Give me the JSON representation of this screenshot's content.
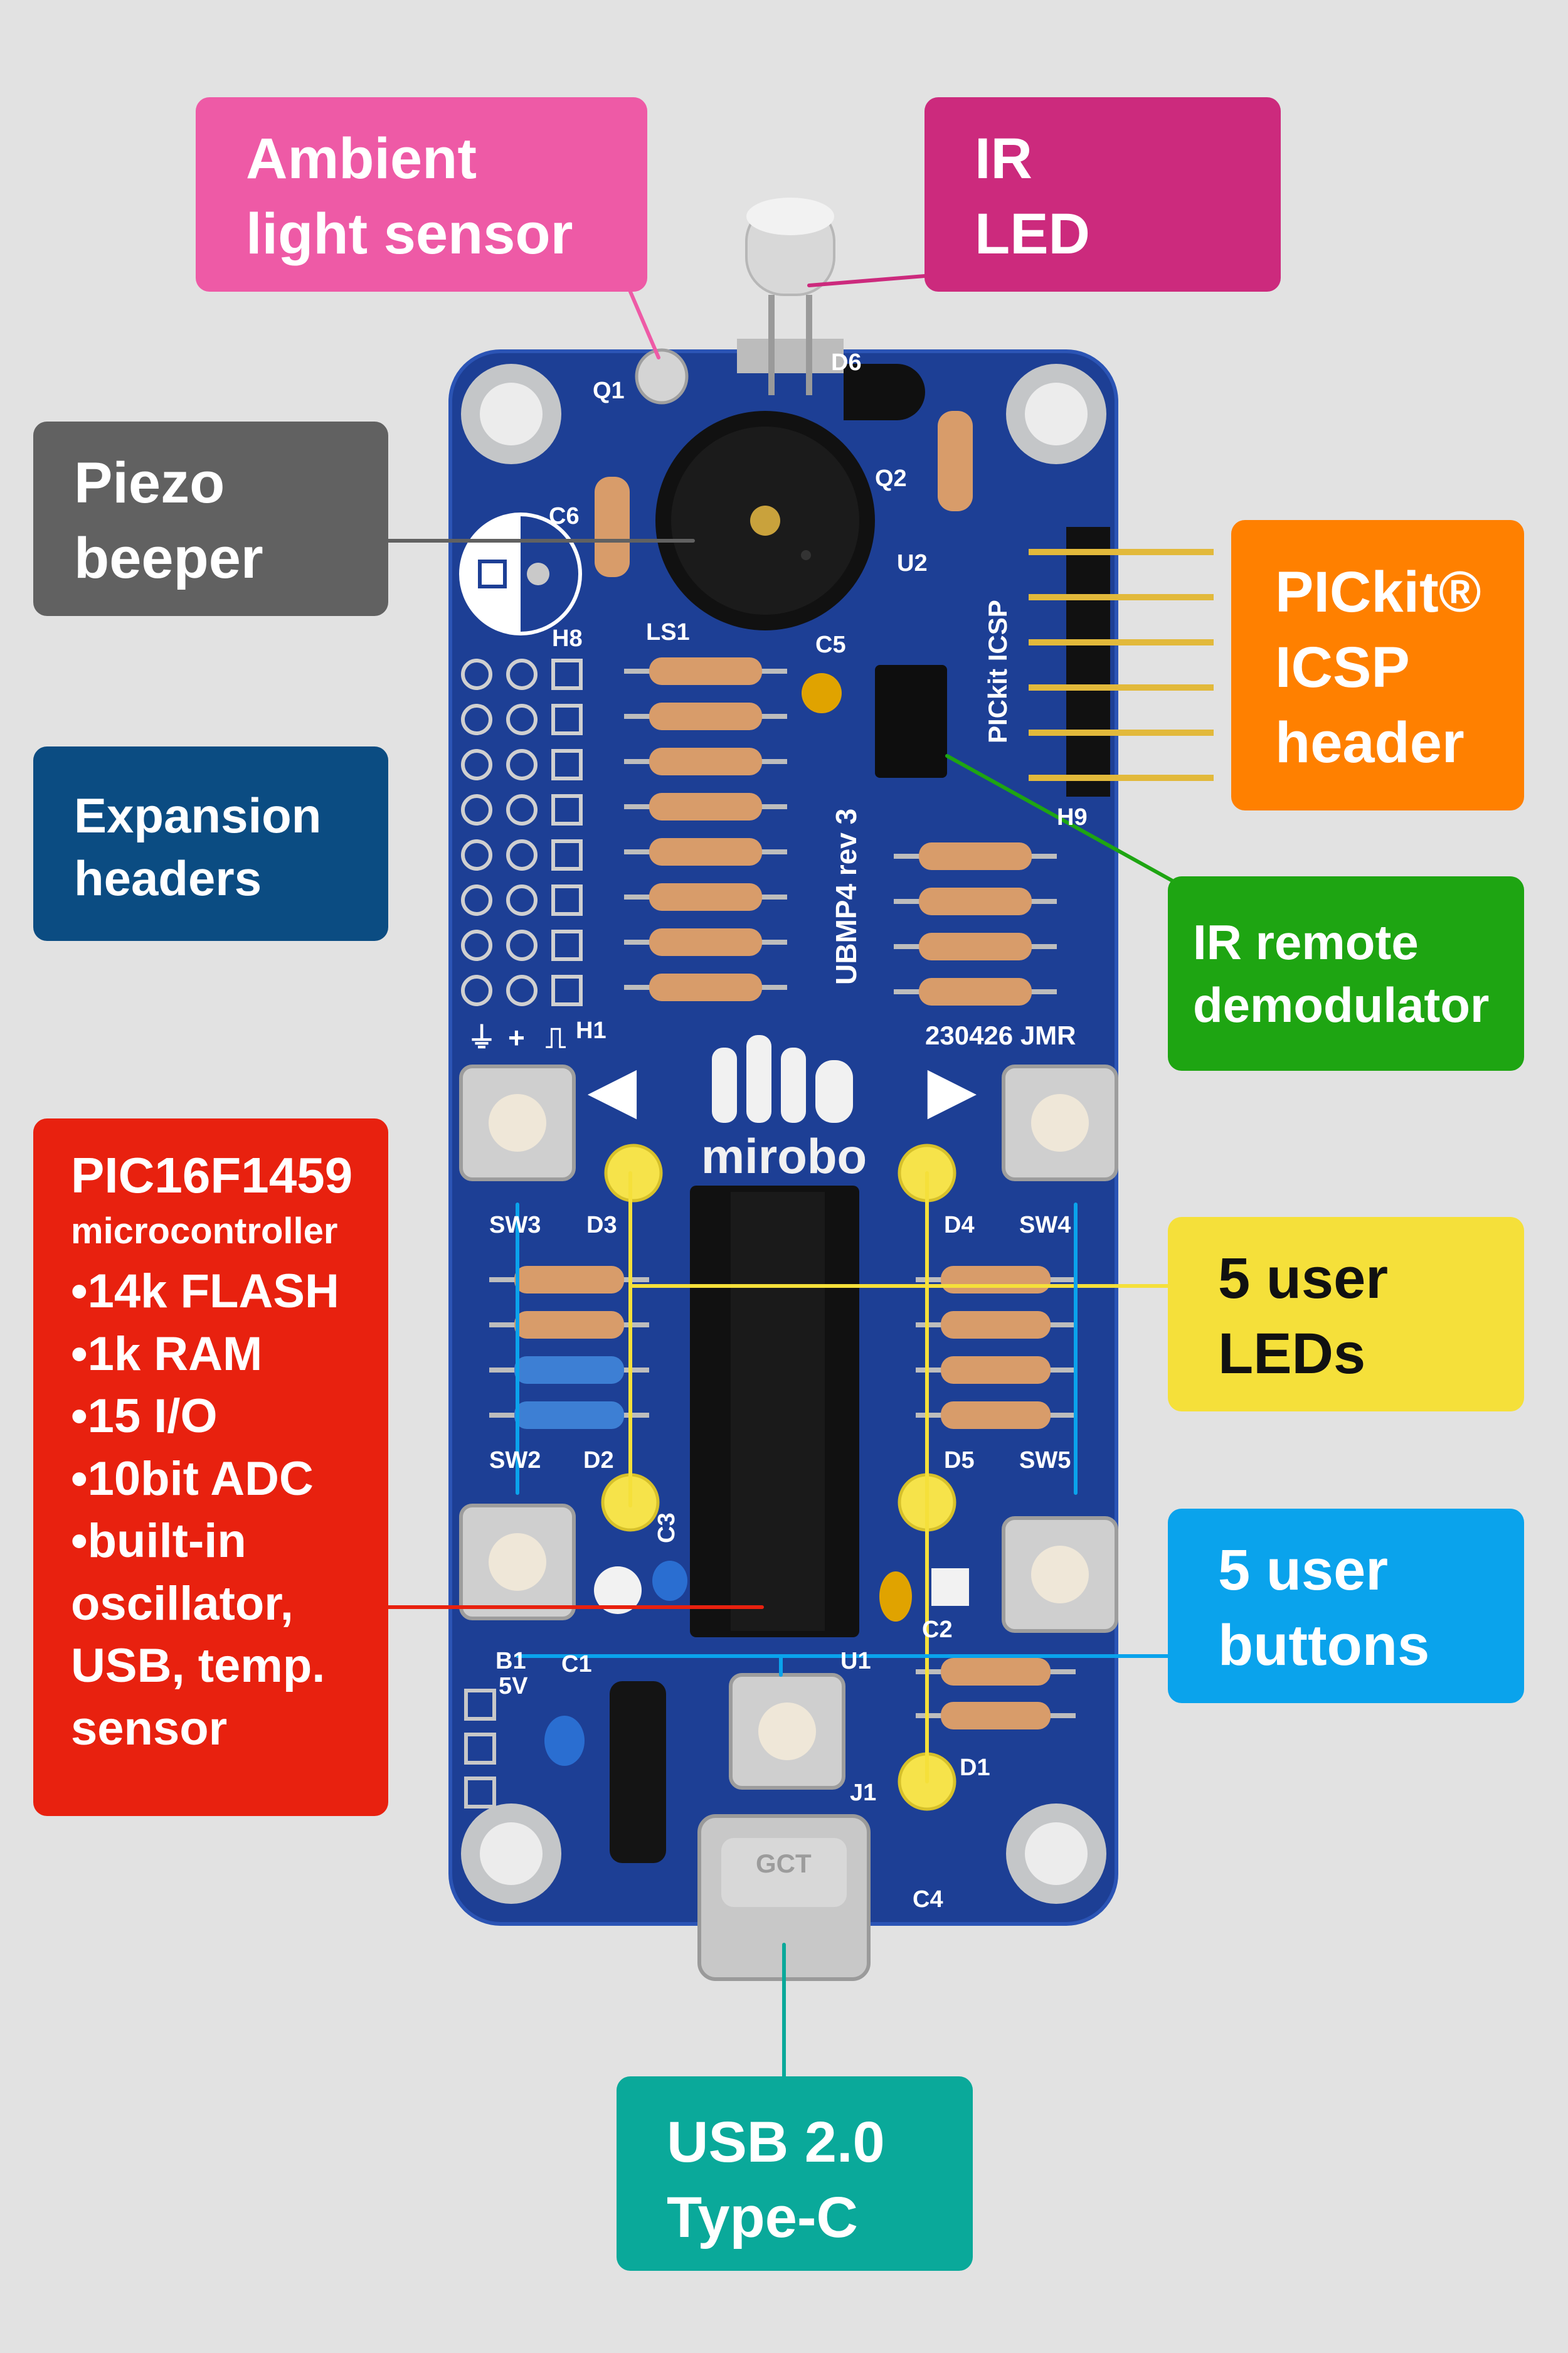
{
  "colors": {
    "background": "#e2e2e2",
    "pcb": "#1d3f95",
    "ambient_label": "#ee5aa6",
    "ir_led_label": "#cc2a7d",
    "piezo_label": "#616161",
    "pickit_label": "#ff8000",
    "expansion_label": "#0b4c82",
    "ir_remote_label": "#1ea512",
    "mcu_label": "#e8210f",
    "leds_label": "#f5e03a",
    "buttons_label": "#0aa3ec",
    "usb_label": "#0aa99a"
  },
  "callouts": {
    "ambient": [
      "Ambient",
      "light sensor"
    ],
    "ir_led": [
      "IR",
      "LED"
    ],
    "piezo": [
      "Piezo",
      "beeper"
    ],
    "pickit": [
      "PICkit®",
      "ICSP",
      "header"
    ],
    "expansion": [
      "Expansion",
      "headers"
    ],
    "ir_remote": [
      "IR remote",
      "demodulator"
    ],
    "mcu": {
      "title": "PIC16F1459",
      "subtitle": "microcontroller",
      "features": [
        "•14k FLASH",
        "•1k RAM",
        "•15 I/O",
        "•10bit ADC",
        "•built-in",
        "oscillator,",
        "USB, temp.",
        "sensor"
      ]
    },
    "leds": [
      "5 user",
      "LEDs"
    ],
    "buttons": [
      "5 user",
      "buttons"
    ],
    "usb": [
      "USB 2.0",
      "Type-C"
    ]
  },
  "board": {
    "logo": "mirobo",
    "board_name": "UBMP4 rev 3",
    "date_code": "230426 JMR",
    "icsp_text": "PICkit ICSP",
    "usb_connector_mark": "GCT",
    "ground_symbol": "⏚",
    "plus_symbol": "+",
    "pulse_symbol": "⎍",
    "arrow_left": "◀",
    "arrow_right": "▶",
    "designators": {
      "q1": "Q1",
      "d6": "D6",
      "q2": "Q2",
      "u2": "U2",
      "c6": "C6",
      "h8": "H8",
      "ls1": "LS1",
      "c5": "C5",
      "h9": "H9",
      "h1": "H1",
      "sw3": "SW3",
      "d3": "D3",
      "d4": "D4",
      "sw4": "SW4",
      "sw2": "SW2",
      "d2": "D2",
      "d5": "D5",
      "sw5": "SW5",
      "c3": "C3",
      "c2": "C2",
      "u1": "U1",
      "b1": "B1",
      "c1": "C1",
      "five_v": "5V",
      "j1": "J1",
      "d1": "D1",
      "c4": "C4"
    }
  }
}
